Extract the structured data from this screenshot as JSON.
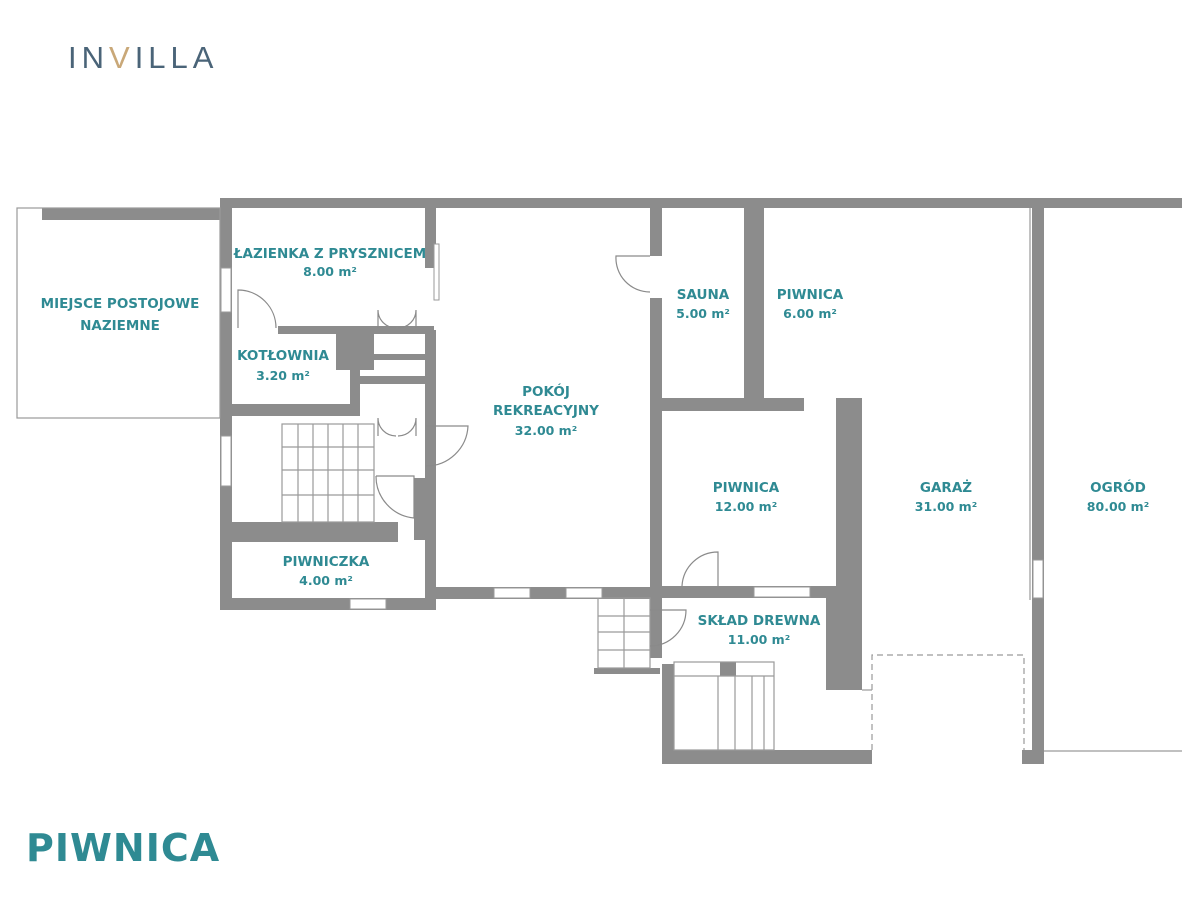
{
  "brand": {
    "logo_prefix": "IN",
    "logo_accent": "V",
    "logo_suffix": "ILLA",
    "accent_color": "#c9a878",
    "text_color": "#4a6478"
  },
  "floor_title": "PIWNICA",
  "label_color": "#2f8a93",
  "wall_color": "#8c8c8c",
  "rooms": [
    {
      "name": "ŁAZIENKA Z PRYSZNICEM",
      "area": "8.00 m²"
    },
    {
      "name": "MIEJSCE POSTOJOWE",
      "name2": "NAZIEMNE"
    },
    {
      "name": "KOTŁOWNIA",
      "area": "3.20 m²"
    },
    {
      "name": "POKÓJ",
      "name2": "REKREACYJNY",
      "area": "32.00 m²"
    },
    {
      "name": "SAUNA",
      "area": "5.00 m²"
    },
    {
      "name": "PIWNICA",
      "area": "6.00 m²"
    },
    {
      "name": "PIWNICA",
      "area": "12.00 m²"
    },
    {
      "name": "GARAŻ",
      "area": "31.00 m²"
    },
    {
      "name": "OGRÓD",
      "area": "80.00 m²"
    },
    {
      "name": "PIWNICZKA",
      "area": "4.00 m²"
    },
    {
      "name": "SKŁAD DREWNA",
      "area": "11.00 m²"
    }
  ]
}
